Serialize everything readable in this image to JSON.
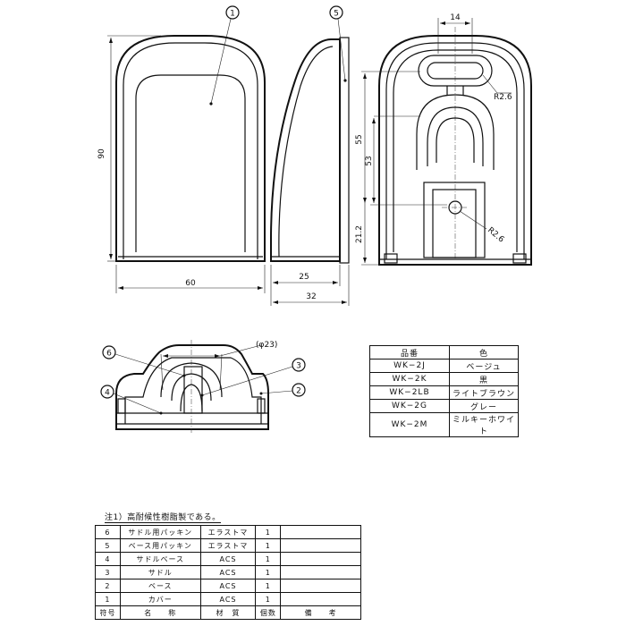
{
  "dimensions": {
    "height_front": "90",
    "width_front": "60",
    "depth_side_inner": "25",
    "depth_side_outer": "32",
    "top_slot": "14",
    "radius_top": "R2.6",
    "radius_bottom": "R2.6",
    "vertical_55": "55",
    "vertical_53": "53",
    "vertical_21_2": "21.2",
    "diameter": "(φ23)"
  },
  "callouts": [
    "1",
    "5",
    "6",
    "3",
    "4",
    "2"
  ],
  "color_table": {
    "headers": [
      "品番",
      "色"
    ],
    "rows": [
      [
        "WK−2J",
        "ベージュ"
      ],
      [
        "WK−2K",
        "黒"
      ],
      [
        "WK−2LB",
        "ライトブラウン"
      ],
      [
        "WK−2G",
        "グレー"
      ],
      [
        "WK−2M",
        "ミルキーホワイト"
      ]
    ]
  },
  "note": "注1）高耐候性樹脂製である。",
  "parts_table": {
    "rows": [
      [
        "6",
        "サドル用パッキン",
        "エラストマ",
        "1",
        ""
      ],
      [
        "5",
        "ベース用パッキン",
        "エラストマ",
        "1",
        ""
      ],
      [
        "4",
        "サドルベース",
        "ACS",
        "1",
        ""
      ],
      [
        "3",
        "サドル",
        "ACS",
        "1",
        ""
      ],
      [
        "2",
        "ベース",
        "ACS",
        "1",
        ""
      ],
      [
        "1",
        "カバー",
        "ACS",
        "1",
        ""
      ]
    ],
    "headers": [
      "符号",
      "名　　称",
      "材　質",
      "個数",
      "備　　考"
    ]
  }
}
